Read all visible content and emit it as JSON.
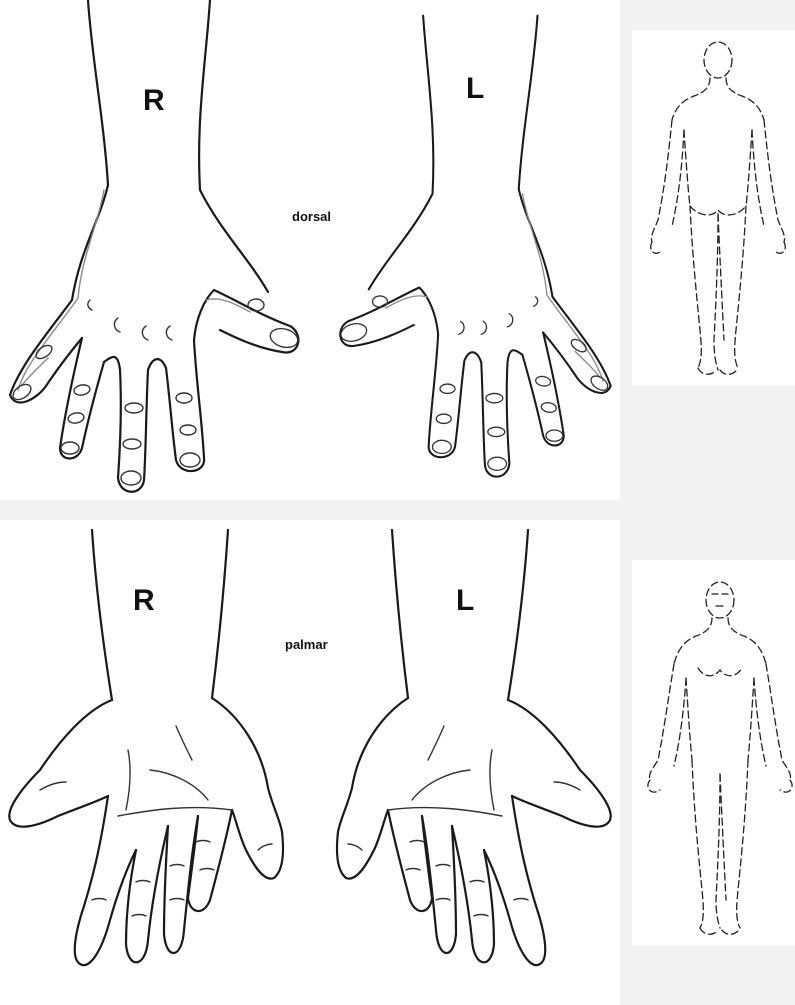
{
  "dorsal": {
    "view_label": "dorsal",
    "right_label": "R",
    "left_label": "L"
  },
  "palmar": {
    "view_label": "palmar",
    "right_label": "R",
    "left_label": "L"
  },
  "colors": {
    "ink": "#1a1a1a",
    "background": "#ffffff",
    "page": "#f2f2f2"
  }
}
